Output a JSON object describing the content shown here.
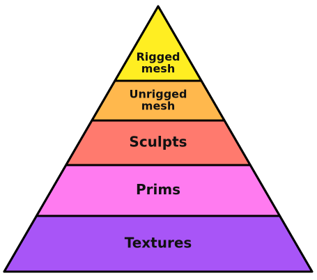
{
  "diagram": {
    "tiers": [
      {
        "id": "rigged-mesh",
        "lines": [
          "Rigged",
          "mesh"
        ],
        "color": "#ffee22"
      },
      {
        "id": "unrigged-mesh",
        "lines": [
          "Unrigged",
          "mesh"
        ],
        "color": "#ffb84d"
      },
      {
        "id": "sculpts",
        "lines": [
          "Sculpts"
        ],
        "color": "#ff7a6e"
      },
      {
        "id": "prims",
        "lines": [
          "Prims"
        ],
        "color": "#ff7bf0"
      },
      {
        "id": "textures",
        "lines": [
          "Textures"
        ],
        "color": "#a855f7"
      }
    ],
    "outline_color": "#000000"
  }
}
